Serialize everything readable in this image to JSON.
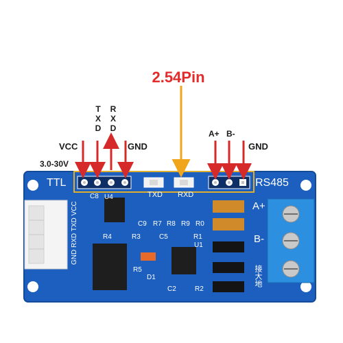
{
  "title": "2.54Pin",
  "labels": {
    "left": {
      "vcc": "VCC",
      "voltage": "3.0-30V",
      "txd": "TXD",
      "rxd": "RXD",
      "gnd": "GND"
    },
    "right": {
      "a_plus": "A+",
      "b_minus": "B-",
      "gnd": "GND"
    }
  },
  "board": {
    "ttl": "TTL",
    "rs485": "RS485",
    "txd": "TXD",
    "rxd": "RXD",
    "c8": "C8",
    "u4": "U4",
    "c9": "C9",
    "r7": "R7",
    "r8": "R8",
    "r9": "R9",
    "r0": "R0",
    "r4": "R4",
    "r3": "R3",
    "c5": "C5",
    "r1": "R1",
    "u1": "U1",
    "r5": "R5",
    "d1": "D1",
    "c2": "C2",
    "r2": "R2",
    "header_vertical": [
      "GND",
      "RXD",
      "TXD",
      "VCC"
    ],
    "a_plus": "A+",
    "b_minus": "B-",
    "ground_cn": "接大地"
  },
  "colors": {
    "board": "#1d5fbf",
    "board_edge": "#1a4fa6",
    "pin_box": "#e0ae2e",
    "arrow_red": "#d62a2a",
    "arrow_orange": "#f0a51c",
    "title": "#e32b2b",
    "terminal": "#2d8fe0"
  }
}
